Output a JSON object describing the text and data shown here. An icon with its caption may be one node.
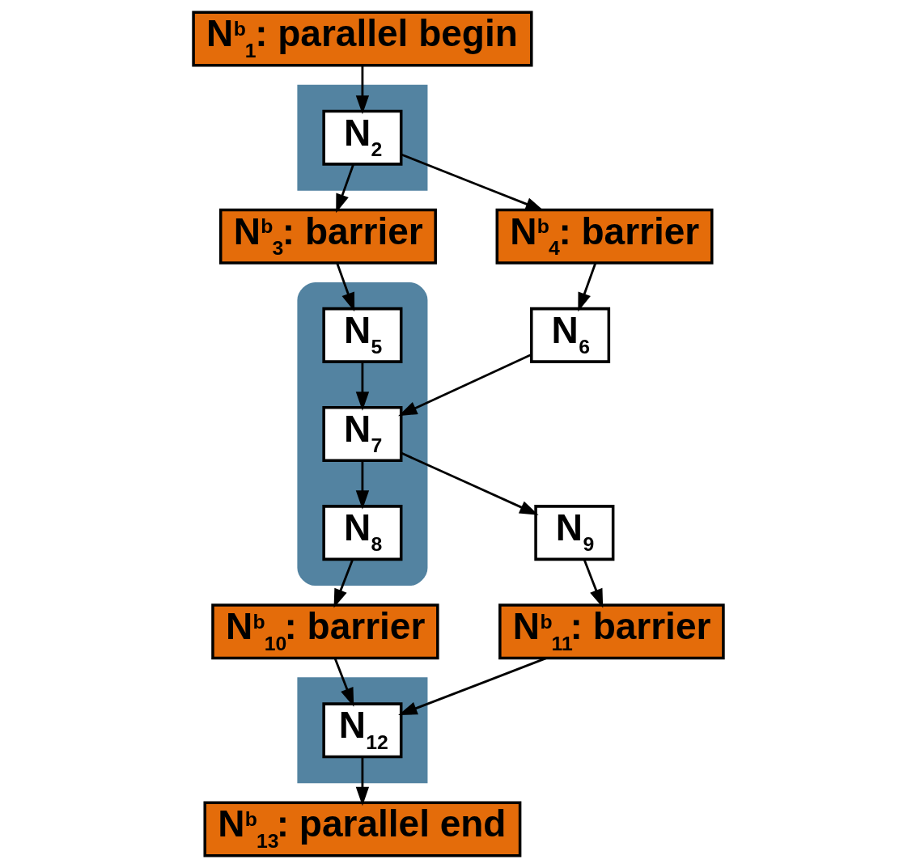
{
  "diagram": {
    "nodes": [
      {
        "text": [
          "N$^{b}$$_{1}$: parallel begin"
        ]
      },
      {
        "text": [],
        "shape": "box"
      },
      {
        "text": [
          "N$_{2}$"
        ],
        "in": 1
      },
      {
        "text": [
          "N$^{b}$$_{3}$: barrier"
        ]
      },
      {
        "text": [
          "N$^{b}$$_{4}$: barrier"
        ]
      },
      {
        "text": [],
        "shape": "cloud"
      },
      {
        "text": [
          "N$_{5}$"
        ],
        "in": 5
      },
      {
        "text": [
          "N$_{6}$"
        ]
      },
      {
        "text": [
          "N$_{7}$"
        ],
        "in": 5
      },
      {
        "text": [
          "N$_{8}$"
        ],
        "in": 5
      },
      {
        "text": [
          "N$_{9}$"
        ]
      },
      {
        "text": [
          "N$^{b}$$_{10}$: barrier"
        ]
      },
      {
        "text": [
          "N$^{b}$$_{11}$: barrier"
        ]
      },
      {
        "text": [],
        "shape": "box"
      },
      {
        "text": [
          "N$_{12}$"
        ],
        "in": 13
      },
      {
        "text": [
          "N$^{b}$$_{13}$: parallel end"
        ]
      }
    ],
    "edges": [
      {
        "from": 0,
        "to": 2,
        "arrow": "to"
      },
      {
        "from": 2,
        "to": 3,
        "arrow": "to"
      },
      {
        "from": 2,
        "to": 4,
        "arrow": "to"
      },
      {
        "from": 3,
        "to": 6,
        "arrow": "to"
      },
      {
        "from": 4,
        "to": 7,
        "arrow": "to"
      },
      {
        "from": 6,
        "to": 8,
        "arrow": "to"
      },
      {
        "from": 7,
        "to": 8,
        "arrow": "to"
      },
      {
        "from": 8,
        "to": 9,
        "arrow": "to"
      },
      {
        "from": 8,
        "to": 10,
        "arrow": "to"
      },
      {
        "from": 9,
        "to": 11,
        "arrow": "to"
      },
      {
        "from": 10,
        "to": 12,
        "arrow": "to"
      },
      {
        "from": 11,
        "to": 14,
        "arrow": "to"
      },
      {
        "from": 12,
        "to": 14,
        "arrow": "to"
      },
      {
        "from": 14,
        "to": 15,
        "arrow": "to"
      }
    ]
  }
}
